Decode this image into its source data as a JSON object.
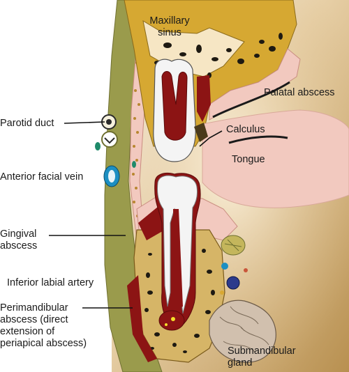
{
  "labels": {
    "maxillary_sinus": [
      "Maxillary",
      "sinus"
    ],
    "palatal_abscess": "Palatal abscess",
    "calculus": "Calculus",
    "parotid_duct": "Parotid duct",
    "tongue": "Tongue",
    "anterior_facial_vein": "Anterior facial vein",
    "gingival_abscess": [
      "Gingival",
      "abscess"
    ],
    "inferior_labial_artery": "Inferior labial artery",
    "perimandibular_abscess": [
      "Perimandibular",
      "abscess (direct",
      "extension of",
      "periapical abscess)"
    ],
    "submandibular_gland": [
      "Submandibular",
      "gland"
    ]
  },
  "colors": {
    "background_tan": "#c9a66a",
    "bone_gold": "#d6a832",
    "gum_red": "#8c1414",
    "tooth_white": "#f4f4f4",
    "soft_tissue_pink": "#f2c9bf",
    "cheek_olive": "#9a9b4c",
    "label_text": "#1a1a1a"
  }
}
